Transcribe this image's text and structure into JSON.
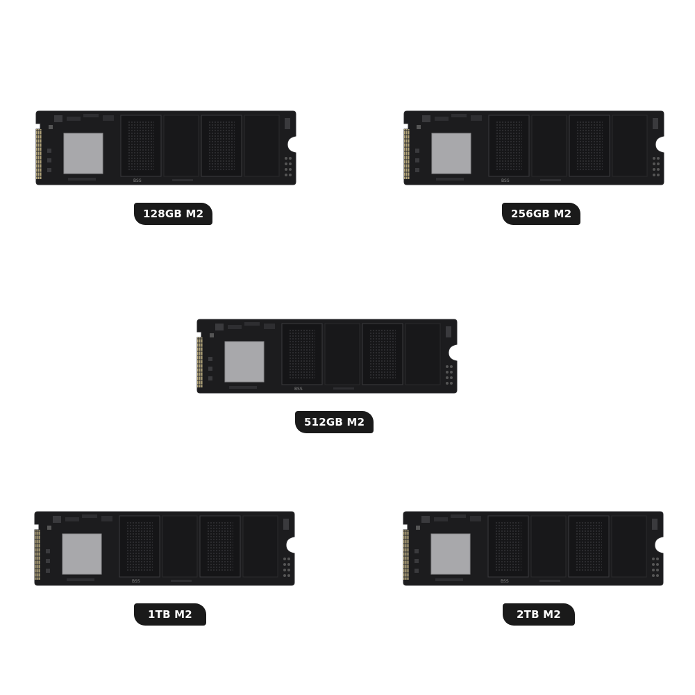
{
  "products": [
    {
      "id": "128gb",
      "label": "128GB M2",
      "chip_text": "BSS"
    },
    {
      "id": "256gb",
      "label": "256GB M2",
      "chip_text": "BSS"
    },
    {
      "id": "512gb",
      "label": "512GB M2",
      "chip_text": "BSS"
    },
    {
      "id": "1tb",
      "label": "1TB M2",
      "chip_text": "BSS"
    },
    {
      "id": "2tb",
      "label": "2TB M2",
      "chip_text": "BSS"
    }
  ],
  "colors": {
    "pcb": "#1c1c1e",
    "pcb_edge": "#2a2a2c",
    "gold_contacts": "#b3a57a",
    "controller": "#a8a8ab",
    "nand": "#151517",
    "label_bg": "#1a1a1a",
    "label_text": "#ffffff",
    "background": "#ffffff"
  }
}
